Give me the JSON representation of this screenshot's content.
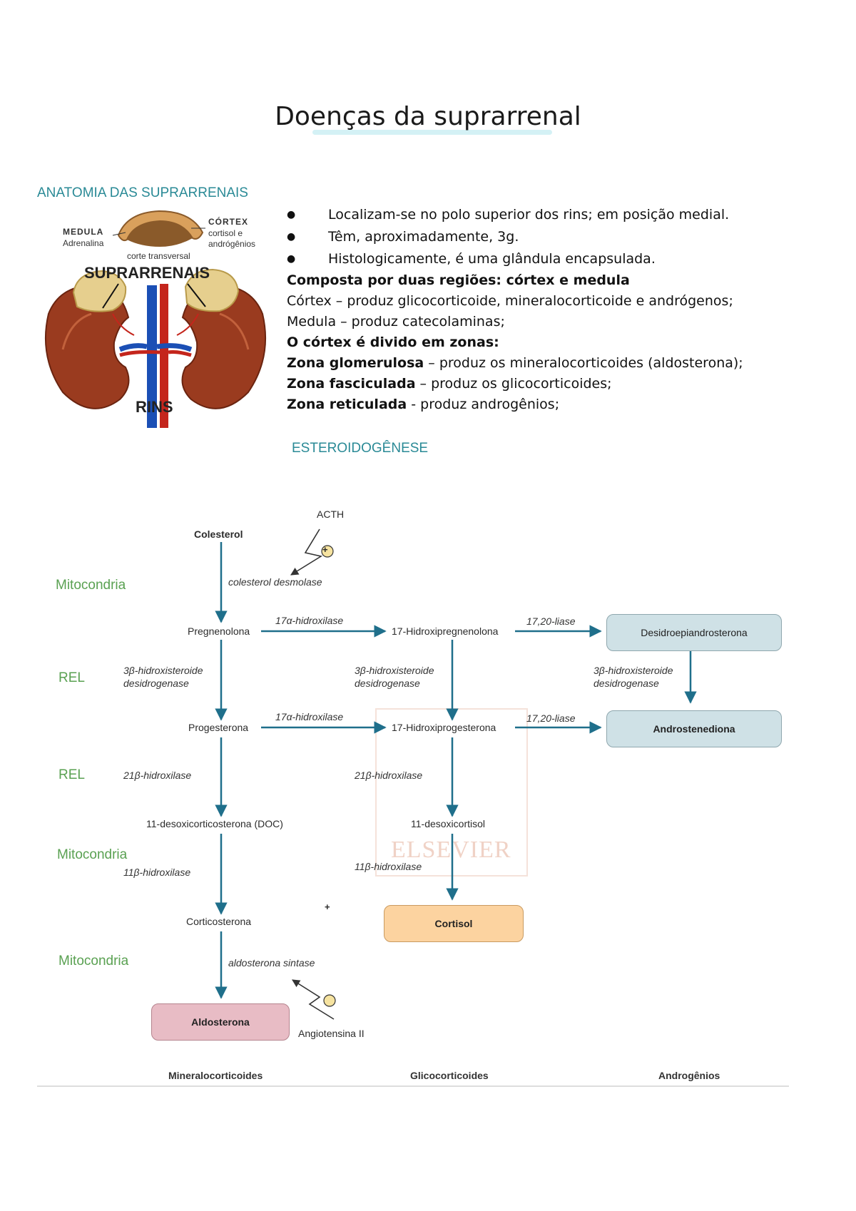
{
  "title": "Doenças da suprarrenal",
  "anatomy": {
    "heading": "ANATOMIA DAS SUPRARRENAIS",
    "medula_label": "MEDULA",
    "medula_sub": "Adrenalina",
    "cortex_label": "CÓRTEX",
    "cortex_sub1": "cortisol e",
    "cortex_sub2": "andrógênios",
    "cut_label": "corte transversal",
    "glands_label": "SUPRARRENAIS",
    "kidneys_label": "RINS"
  },
  "bullets": [
    "Localizam-se no polo superior dos rins; em posição medial.",
    "Têm, aproximadamente, 3g.",
    "Histologicamente, é uma glândula encapsulada."
  ],
  "lines": {
    "l1_bold": "Composta por duas regiões: córtex e medula",
    "l2": "Córtex – produz glicocorticoide, mineralocorticoide e andrógenos;",
    "l3": "Medula – produz catecolaminas;",
    "l4_bold": "O córtex é divido em zonas:",
    "l5_bold": "Zona glomerulosa",
    "l5_rest": " – produz os mineralocorticoides (aldosterona);",
    "l6_bold": "Zona fasciculada",
    "l6_rest": " – produz os glicocorticoides;",
    "l7_bold": "Zona reticulada",
    "l7_rest": " - produz androgênios;"
  },
  "steroid_heading": "ESTEROIDOGÊNESE",
  "diagram": {
    "zones": {
      "mito1": "Mitocondria",
      "rel1": "REL",
      "rel2": "REL",
      "mito2": "Mitocondria",
      "mito3": "Mitocondria"
    },
    "acth": "ACTH",
    "plus": "+",
    "colesterol": "Colesterol",
    "desmolase": "colesterol desmolase",
    "pregnenolona": "Pregnenolona",
    "hidroxilase17_a": "17α-hidroxilase",
    "hidroxipregnenolona": "17-Hidroxipregnenolona",
    "liase_a": "17,20-liase",
    "dhea": "Desidroepiandrosterona",
    "hsd_a1": "3β-hidroxisteroide",
    "hsd_a2": "desidrogenase",
    "hsd_b1": "3β-hidroxisteroide",
    "hsd_b2": "desidrogenase",
    "hsd_c1": "3β-hidroxisteroide",
    "hsd_c2": "desidrogenase",
    "progesterona": "Progesterona",
    "hidroxilase17_b": "17α-hidroxilase",
    "hidroxiprogesterona": "17-Hidroxiprogesterona",
    "liase_b": "17,20-liase",
    "androstenediona": "Androstenediona",
    "hidroxilase21_a": "21β-hidroxilase",
    "hidroxilase21_b": "21β-hidroxilase",
    "doc": "11-desoxicorticosterona (DOC)",
    "desoxicortisol": "11-desoxicortisol",
    "hidroxilase11_a": "11β-hidroxilase",
    "hidroxilase11_b": "11β-hidroxilase",
    "corticosterona": "Corticosterona",
    "cortisol": "Cortisol",
    "aldo_sintase": "aldosterona sintase",
    "aldosterona": "Aldosterona",
    "angiotensina": "Angiotensina II",
    "watermark": "ELSEVIER",
    "foot_mineral": "Mineralocorticoides",
    "foot_glico": "Glicocorticoides",
    "foot_andro": "Androgênios"
  },
  "colors": {
    "heading": "#2a8a96",
    "zone": "#5aa152",
    "arrow": "#1f6f8b",
    "box_blue": "#cfe1e6",
    "box_orange": "#fcd3a0",
    "box_pink": "#e8bcc5"
  }
}
